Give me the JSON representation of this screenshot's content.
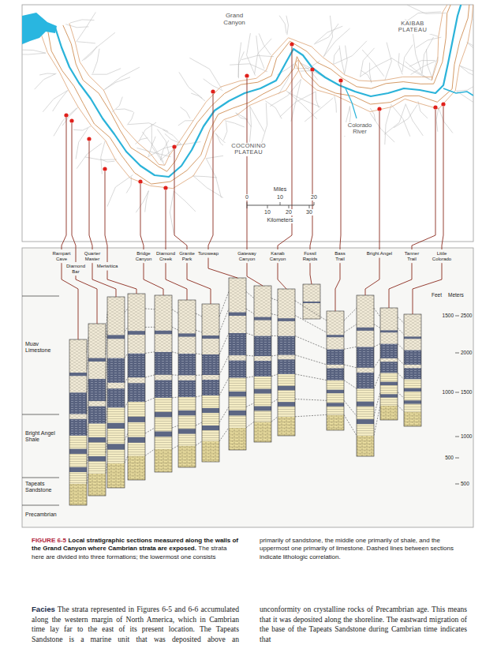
{
  "diagram": {
    "caption": "Local stratigraphic sections measured along the walls of the Grand Canyon where Cambrian strata are exposed.",
    "labels": [
      "Grand Canyon",
      "KAIBAB PLATEAU",
      "COCONINO PLATEAU",
      "Colorado River",
      "Miles",
      "0",
      "10",
      "20",
      "10",
      "20",
      "30",
      "Kilometers",
      "Rampart Cave",
      "Quarter Master",
      "Bridge Canyon",
      "Diamond Creek",
      "Granite Park",
      "Toroweap",
      "Gateway Canyon",
      "Kanab Canyon",
      "Fossil Rapids",
      "Bass Trail",
      "Bright Angel",
      "Tanner Trail",
      "Little Colorado",
      "Diamond Bar",
      "Meriwitica",
      "Muav Limestone",
      "Bright Angel Shale",
      "Tapeats Sandstone",
      "Precambrian",
      "Feet",
      "Meters",
      "1500",
      "1000",
      "500",
      "2500",
      "2000",
      "1500",
      "1000",
      "500",
      "FIGURE 6-5",
      "The strata here are divided into three formations; the lowermost one consists primarily of sandstone, the middle one primarily of shale, and the uppermost one primarily of limestone. Dashed lines between sections indicate lithologic correlation.",
      "Facies",
      "The strata represented in Figures 6-5 and 6-6 accumulated along the western margin of North America, which in Cambrian time lay far to the east of its present location. The Tapeats Sandstone is a marine unit that was deposited above an unconformity on crystalline rocks of Precambrian age. This means that it was deposited along the shoreline. The eastward migration of the base of the Tapeats Sandstone during Cambrian time indicates that"
    ]
  }
}
